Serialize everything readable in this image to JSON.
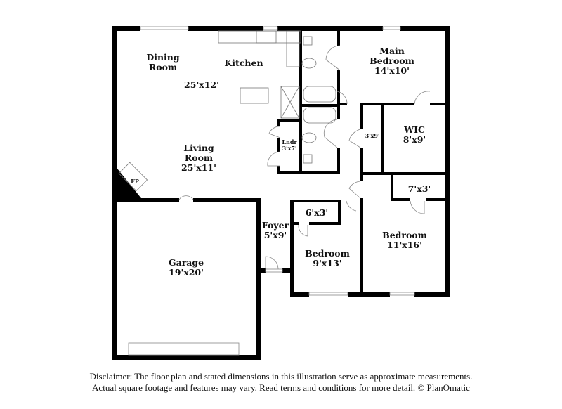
{
  "rooms": {
    "dining": {
      "line1": "Dining",
      "line2": "Room"
    },
    "kitchen": {
      "label": "Kitchen"
    },
    "kitchen_dim": "25'x12'",
    "living": {
      "line1": "Living",
      "line2": "Room",
      "dim": "25'x11'"
    },
    "laundry": {
      "label": "Lndr",
      "dim": "3'x7'"
    },
    "fireplace": "FP",
    "main_bedroom": {
      "line1": "Main",
      "line2": "Bedroom",
      "dim": "14'x10'"
    },
    "closet_3x9": "3'x9'",
    "wic": {
      "label": "WIC",
      "dim": "8'x9'"
    },
    "closet_7x3": "7'x3'",
    "closet_6x3": "6'x3'",
    "foyer": {
      "label": "Foyer",
      "dim": "5'x9'"
    },
    "garage": {
      "label": "Garage",
      "dim": "19'x20'"
    },
    "bedroom2": {
      "label": "Bedroom",
      "dim": "9'x13'"
    },
    "bedroom3": {
      "label": "Bedroom",
      "dim": "11'x16'"
    }
  },
  "disclaimer": {
    "line1": "Disclaimer: The floor plan and stated dimensions in this illustration serve as approximate measurements.",
    "line2": "Actual square footage and features may vary. Read terms and conditions for more detail. © PlanOmatic"
  }
}
